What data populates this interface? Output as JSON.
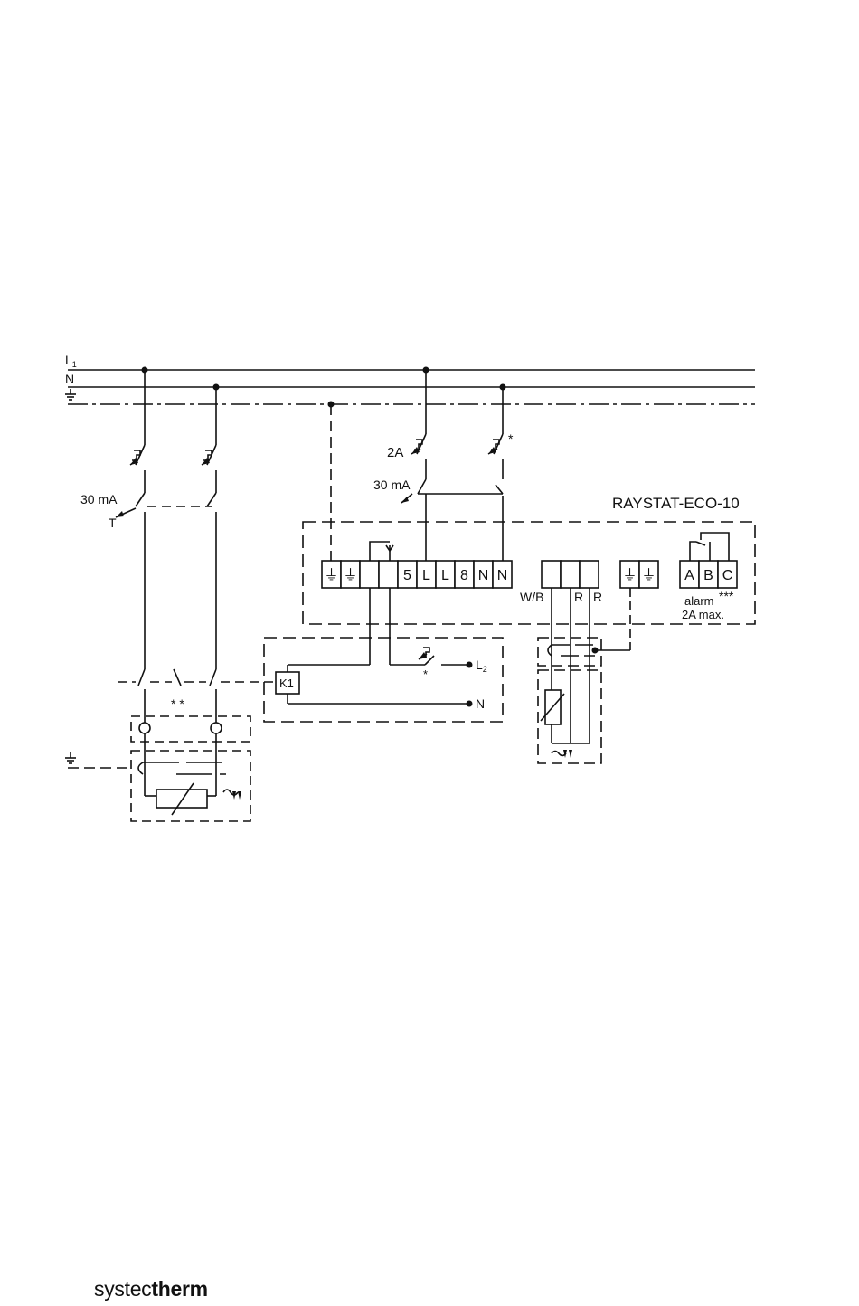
{
  "labels": {
    "l1": "L",
    "l1_sub": "1",
    "n_bus": "N",
    "rcd_left": "30 mA",
    "rcd_left_test": "T",
    "fuse_2a": "2A",
    "rcd_mid": "30 mA",
    "star_single": "*",
    "star_alarm": "*",
    "double_star": "* *",
    "device_title": "RAYSTAT-ECO-10",
    "alarm": "alarm",
    "alarm_stars": "***",
    "alarm_rating": "2A max.",
    "k1": "K1",
    "l2": "L",
    "l2_sub": "2",
    "n_relay": "N",
    "wb": "W/B",
    "r1": "R",
    "r2": "R"
  },
  "terminals": {
    "main": [
      "⏚",
      "⏚",
      "",
      "",
      "5",
      "L",
      "L",
      "8",
      "N",
      "N"
    ],
    "sensor": [
      "",
      "",
      ""
    ],
    "earth": [
      "⏚",
      "⏚"
    ],
    "alarm": [
      "A",
      "B",
      "C"
    ]
  },
  "logo": {
    "light": "systec",
    "bold": "therm"
  },
  "colors": {
    "line": "#111111",
    "background": "#ffffff"
  }
}
